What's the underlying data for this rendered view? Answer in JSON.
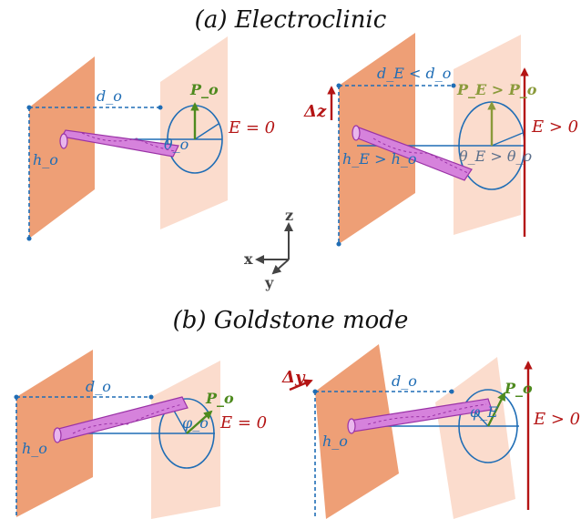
{
  "titles": {
    "a": "(a) Electroclinic",
    "b": "(b) Goldstone mode"
  },
  "panel_a_left": {
    "d": "d_o",
    "h": "h_o",
    "p": "P_o",
    "theta": "θ_o",
    "field": "E = 0"
  },
  "panel_a_right": {
    "d": "d_E < d_o",
    "h": "h_E > h_o",
    "p": "P_E > P_o",
    "theta": "θ_E > θ_o",
    "field": "E > 0",
    "shift": "Δz"
  },
  "axes": {
    "z": "z",
    "x": "x",
    "y": "y"
  },
  "panel_b_left": {
    "d": "d_o",
    "h": "h_o",
    "p": "P_o",
    "phi": "φ_o",
    "field": "E = 0"
  },
  "panel_b_right": {
    "d": "d_o",
    "h": "h_o",
    "p": "P_o",
    "phi": "φ_E",
    "field": "E > 0",
    "shift": "Δy"
  },
  "colors": {
    "plate_dark": "#ee9f76",
    "plate_light": "#fbdccd",
    "rod": "#d682dc",
    "rod_edge": "#9a32a6",
    "dim_blue": "#1f6db5",
    "arrow_red": "#b41414",
    "vector_green": "#4e8a1e",
    "vector_olive": "#8a9a3a"
  }
}
